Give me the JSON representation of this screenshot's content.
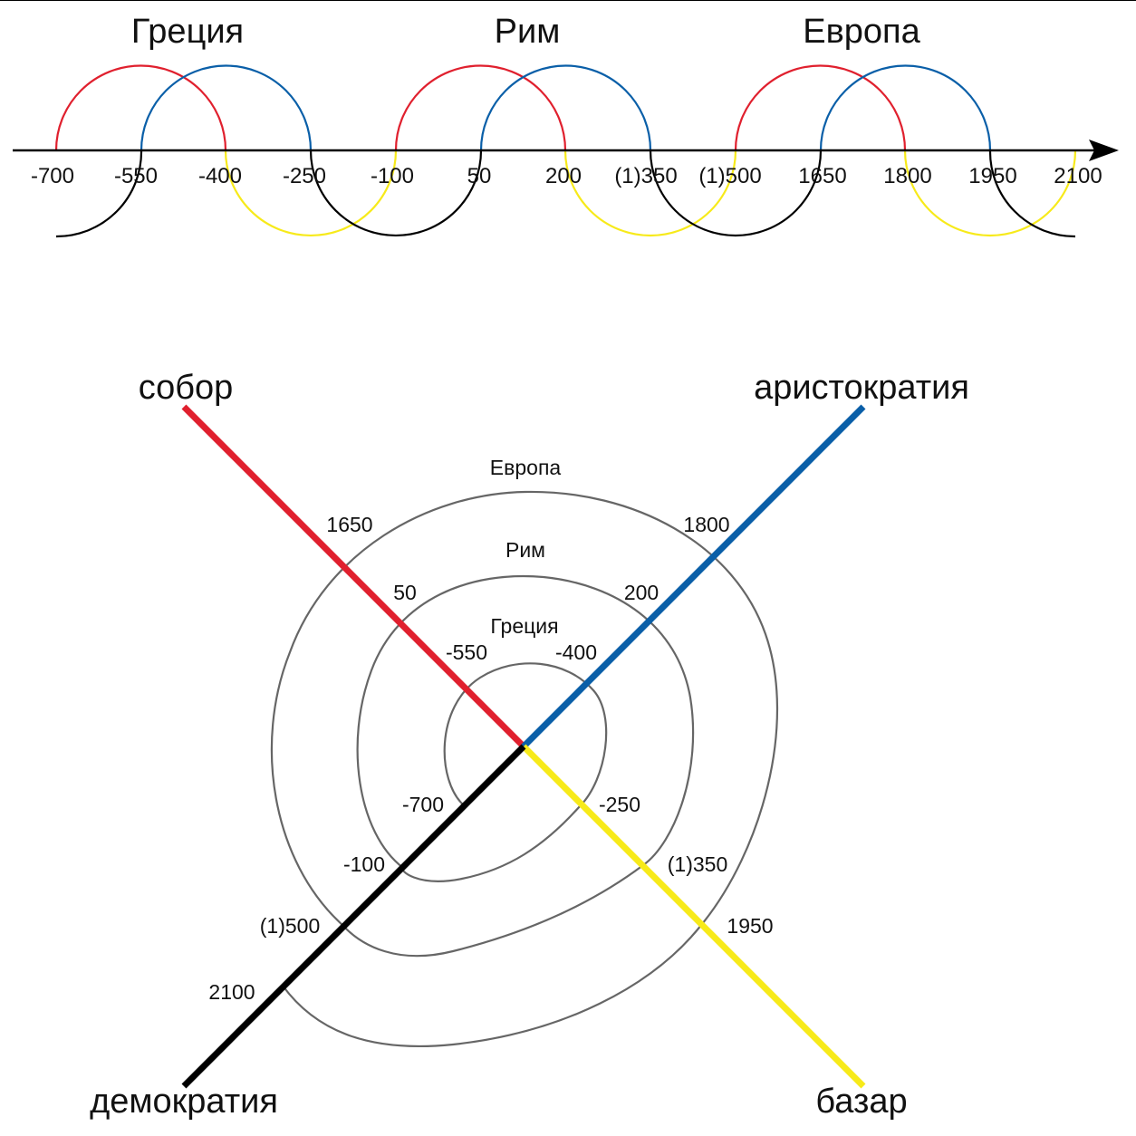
{
  "colors": {
    "red": "#e0202e",
    "blue": "#0a5fa8",
    "yellow": "#f7ea1a",
    "black": "#000000",
    "ring": "#666666"
  },
  "timeline": {
    "eras": [
      "Греция",
      "Рим",
      "Европа"
    ],
    "ticks": [
      "-700",
      "-550",
      "-400",
      "-250",
      "-100",
      "50",
      "200",
      "(1)350",
      "(1)500",
      "1650",
      "1800",
      "1950",
      "2100"
    ]
  },
  "spiral": {
    "axes": {
      "red": "собор",
      "blue": "аристократия",
      "black": "демократия",
      "yellow": "базар"
    },
    "rings": {
      "inner": "Греция",
      "middle": "Рим",
      "outer": "Европа"
    },
    "points": {
      "red_inner": "-550",
      "red_middle": "50",
      "red_outer": "1650",
      "blue_inner": "-400",
      "blue_middle": "200",
      "blue_outer": "1800",
      "yellow_inner": "-250",
      "yellow_middle": "(1)350",
      "yellow_outer": "1950",
      "black_inner": "-700",
      "black_middle": "-100",
      "black_outer": "(1)500",
      "black_end": "2100"
    }
  }
}
